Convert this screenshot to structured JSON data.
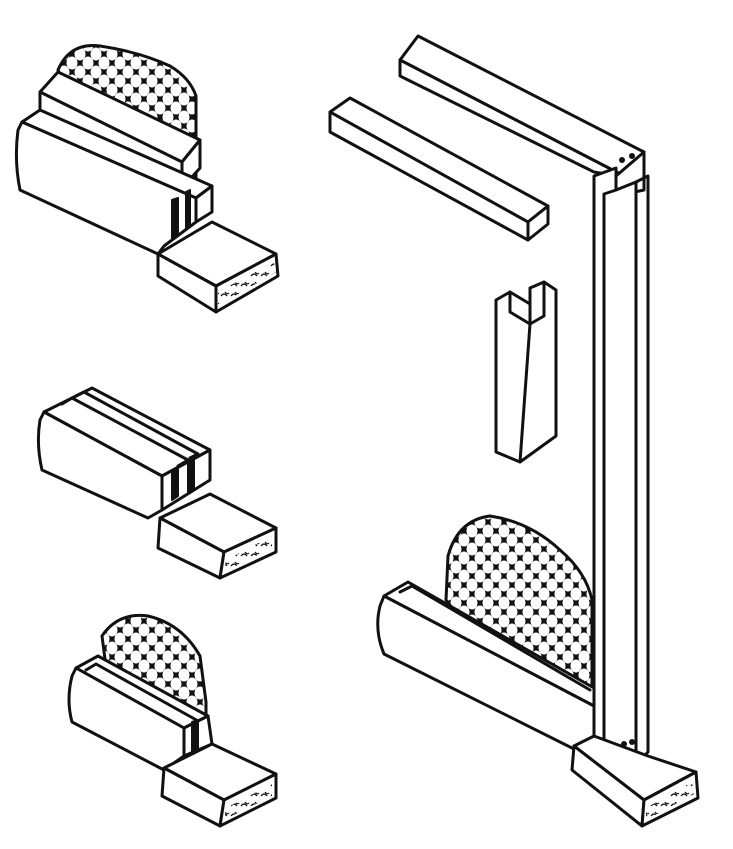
{
  "figure": {
    "parts": [
      {
        "name": "sill-with-double-groove-and-mesh"
      },
      {
        "name": "sill-with-double-groove"
      },
      {
        "name": "sill-with-single-groove-and-mesh"
      },
      {
        "name": "frame-assembly-with-mesh"
      },
      {
        "name": "loose-top-rail"
      },
      {
        "name": "loose-slotted-post"
      }
    ],
    "colors": {
      "ink": "#111111",
      "paper": "#ffffff"
    }
  }
}
